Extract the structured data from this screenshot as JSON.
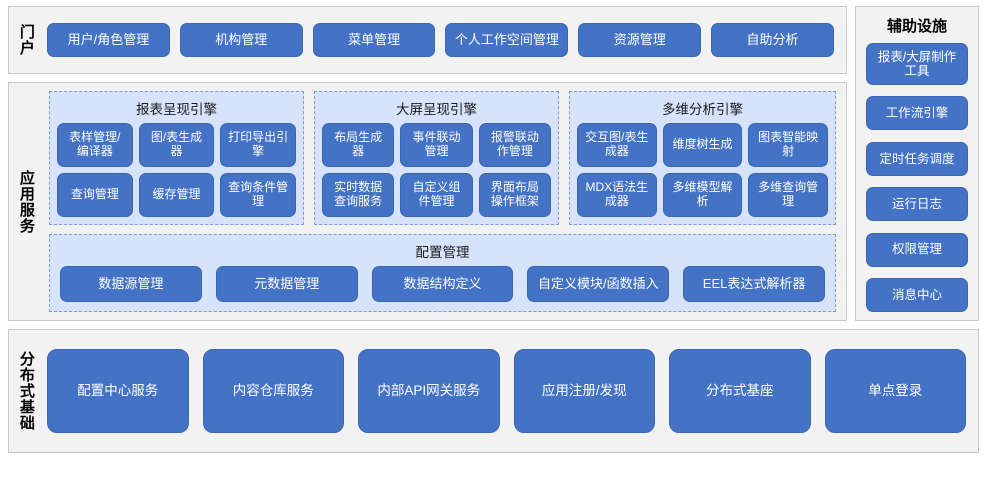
{
  "portal": {
    "label": "门户",
    "items": [
      {
        "label": "用户/角色管理"
      },
      {
        "label": "机构管理"
      },
      {
        "label": "菜单管理"
      },
      {
        "label": "个人工作空间管理"
      },
      {
        "label": "资源管理"
      },
      {
        "label": "自助分析"
      }
    ]
  },
  "app_services": {
    "label": "应用服务",
    "engines": [
      {
        "title": "报表呈现引擎",
        "items": [
          {
            "label": "表样管理/编译器"
          },
          {
            "label": "图/表生成器"
          },
          {
            "label": "打印导出引擎"
          },
          {
            "label": "查询管理"
          },
          {
            "label": "缓存管理"
          },
          {
            "label": "查询条件管理"
          }
        ]
      },
      {
        "title": "大屏呈现引擎",
        "items": [
          {
            "label": "布局生成器"
          },
          {
            "label": "事件联动管理"
          },
          {
            "label": "报警联动作管理"
          },
          {
            "label": "实时数据查询服务"
          },
          {
            "label": "自定义组件管理"
          },
          {
            "label": "界面布局操作框架"
          }
        ]
      },
      {
        "title": "多维分析引擎",
        "items": [
          {
            "label": "交互图/表生成器"
          },
          {
            "label": "维度树生成"
          },
          {
            "label": "图表智能映射"
          },
          {
            "label": "MDX语法生成器"
          },
          {
            "label": "多维模型解析"
          },
          {
            "label": "多维查询管理"
          }
        ]
      }
    ],
    "config": {
      "title": "配置管理",
      "items": [
        {
          "label": "数据源管理"
        },
        {
          "label": "元数据管理"
        },
        {
          "label": "数据结构定义"
        },
        {
          "label": "自定义模块/函数插入"
        },
        {
          "label": "EEL表达式解析器"
        }
      ]
    }
  },
  "aux": {
    "title": "辅助设施",
    "items": [
      {
        "label": "报表/大屏制作工具"
      },
      {
        "label": "工作流引擎"
      },
      {
        "label": "定时任务调度"
      },
      {
        "label": "运行日志"
      },
      {
        "label": "权限管理"
      },
      {
        "label": "消息中心"
      }
    ]
  },
  "distributed": {
    "label": "分布式基础",
    "items": [
      {
        "label": "配置中心服务"
      },
      {
        "label": "内容仓库服务"
      },
      {
        "label": "内部API网关服务"
      },
      {
        "label": "应用注册/发现"
      },
      {
        "label": "分布式基座"
      },
      {
        "label": "单点登录"
      }
    ]
  },
  "colors": {
    "button": "#4472c4",
    "panel": "#d7e3fa",
    "band": "#f2f2f2",
    "border": "#c8c8c8",
    "dashed": "#7f9bd1"
  }
}
